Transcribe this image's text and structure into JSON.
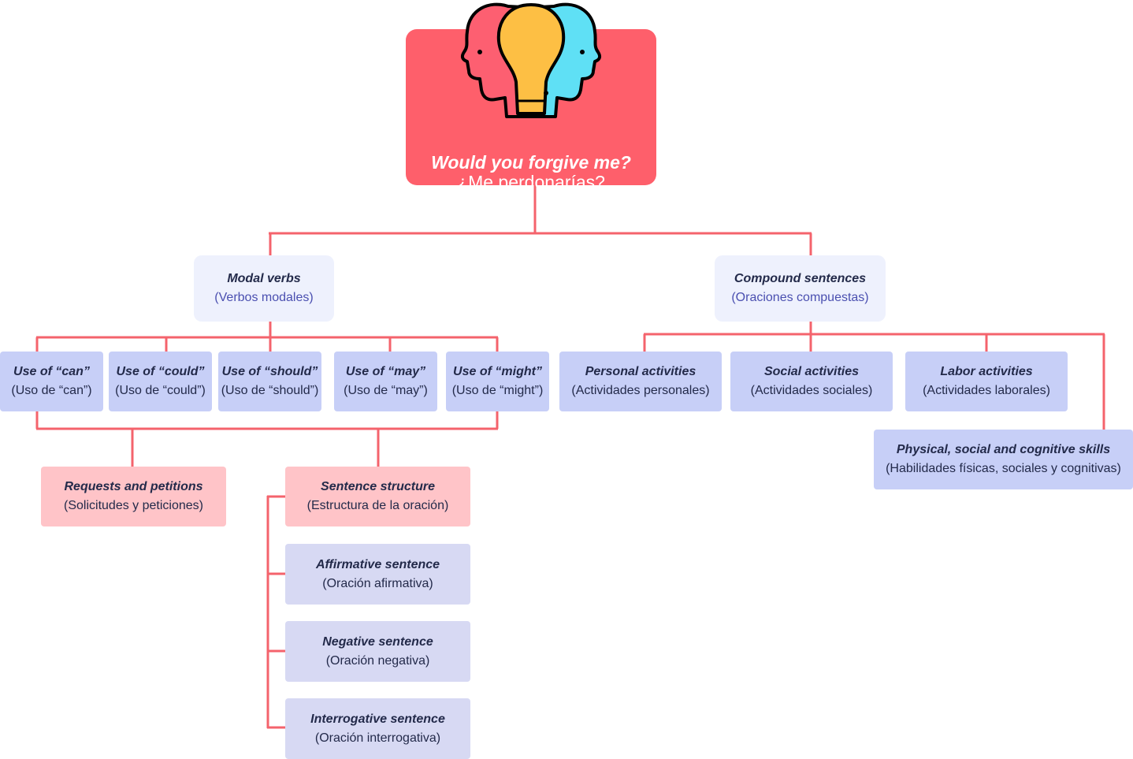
{
  "root": {
    "title": "Would you forgive me?",
    "subtitle": "¿Me perdonarías?",
    "icon": "two-heads-lightbulb-icon",
    "colors": {
      "box": "#fe5f6b",
      "left_head": "#fd5f71",
      "bulb": "#fdbf44",
      "right_head": "#5fe0f5"
    }
  },
  "connector_color": "#f4636c",
  "modal": {
    "title": "Modal verbs",
    "subtitle": "(Verbos modales)",
    "uses": [
      {
        "title": "Use of “can”",
        "subtitle": "(Uso de “can”)"
      },
      {
        "title": "Use of “could”",
        "subtitle": "(Uso de “could”)"
      },
      {
        "title": "Use of “should”",
        "subtitle": "(Uso de “should”)"
      },
      {
        "title": "Use of “may”",
        "subtitle": "(Uso de “may”)"
      },
      {
        "title": "Use of “might”",
        "subtitle": "(Uso de “might”)"
      }
    ],
    "requests": {
      "title": "Requests and petitions",
      "subtitle": "(Solicitudes y peticiones)"
    },
    "structure": {
      "title": "Sentence structure",
      "subtitle": "(Estructura de la oración)"
    },
    "sentences": [
      {
        "title": "Affirmative sentence",
        "subtitle": "(Oración afirmativa)"
      },
      {
        "title": "Negative sentence",
        "subtitle": "(Oración negativa)"
      },
      {
        "title": "Interrogative sentence",
        "subtitle": "(Oración interrogativa)"
      }
    ]
  },
  "compound": {
    "title": "Compound sentences",
    "subtitle": "(Oraciones compuestas)",
    "activities": [
      {
        "title": "Personal activities",
        "subtitle": "(Actividades personales)"
      },
      {
        "title": "Social activities",
        "subtitle": "(Actividades sociales)"
      },
      {
        "title": "Labor activities",
        "subtitle": "(Actividades laborales)"
      }
    ],
    "skills": {
      "title": "Physical, social and cognitive skills",
      "subtitle": "(Habilidades físicas, sociales y cognitivas)"
    }
  }
}
